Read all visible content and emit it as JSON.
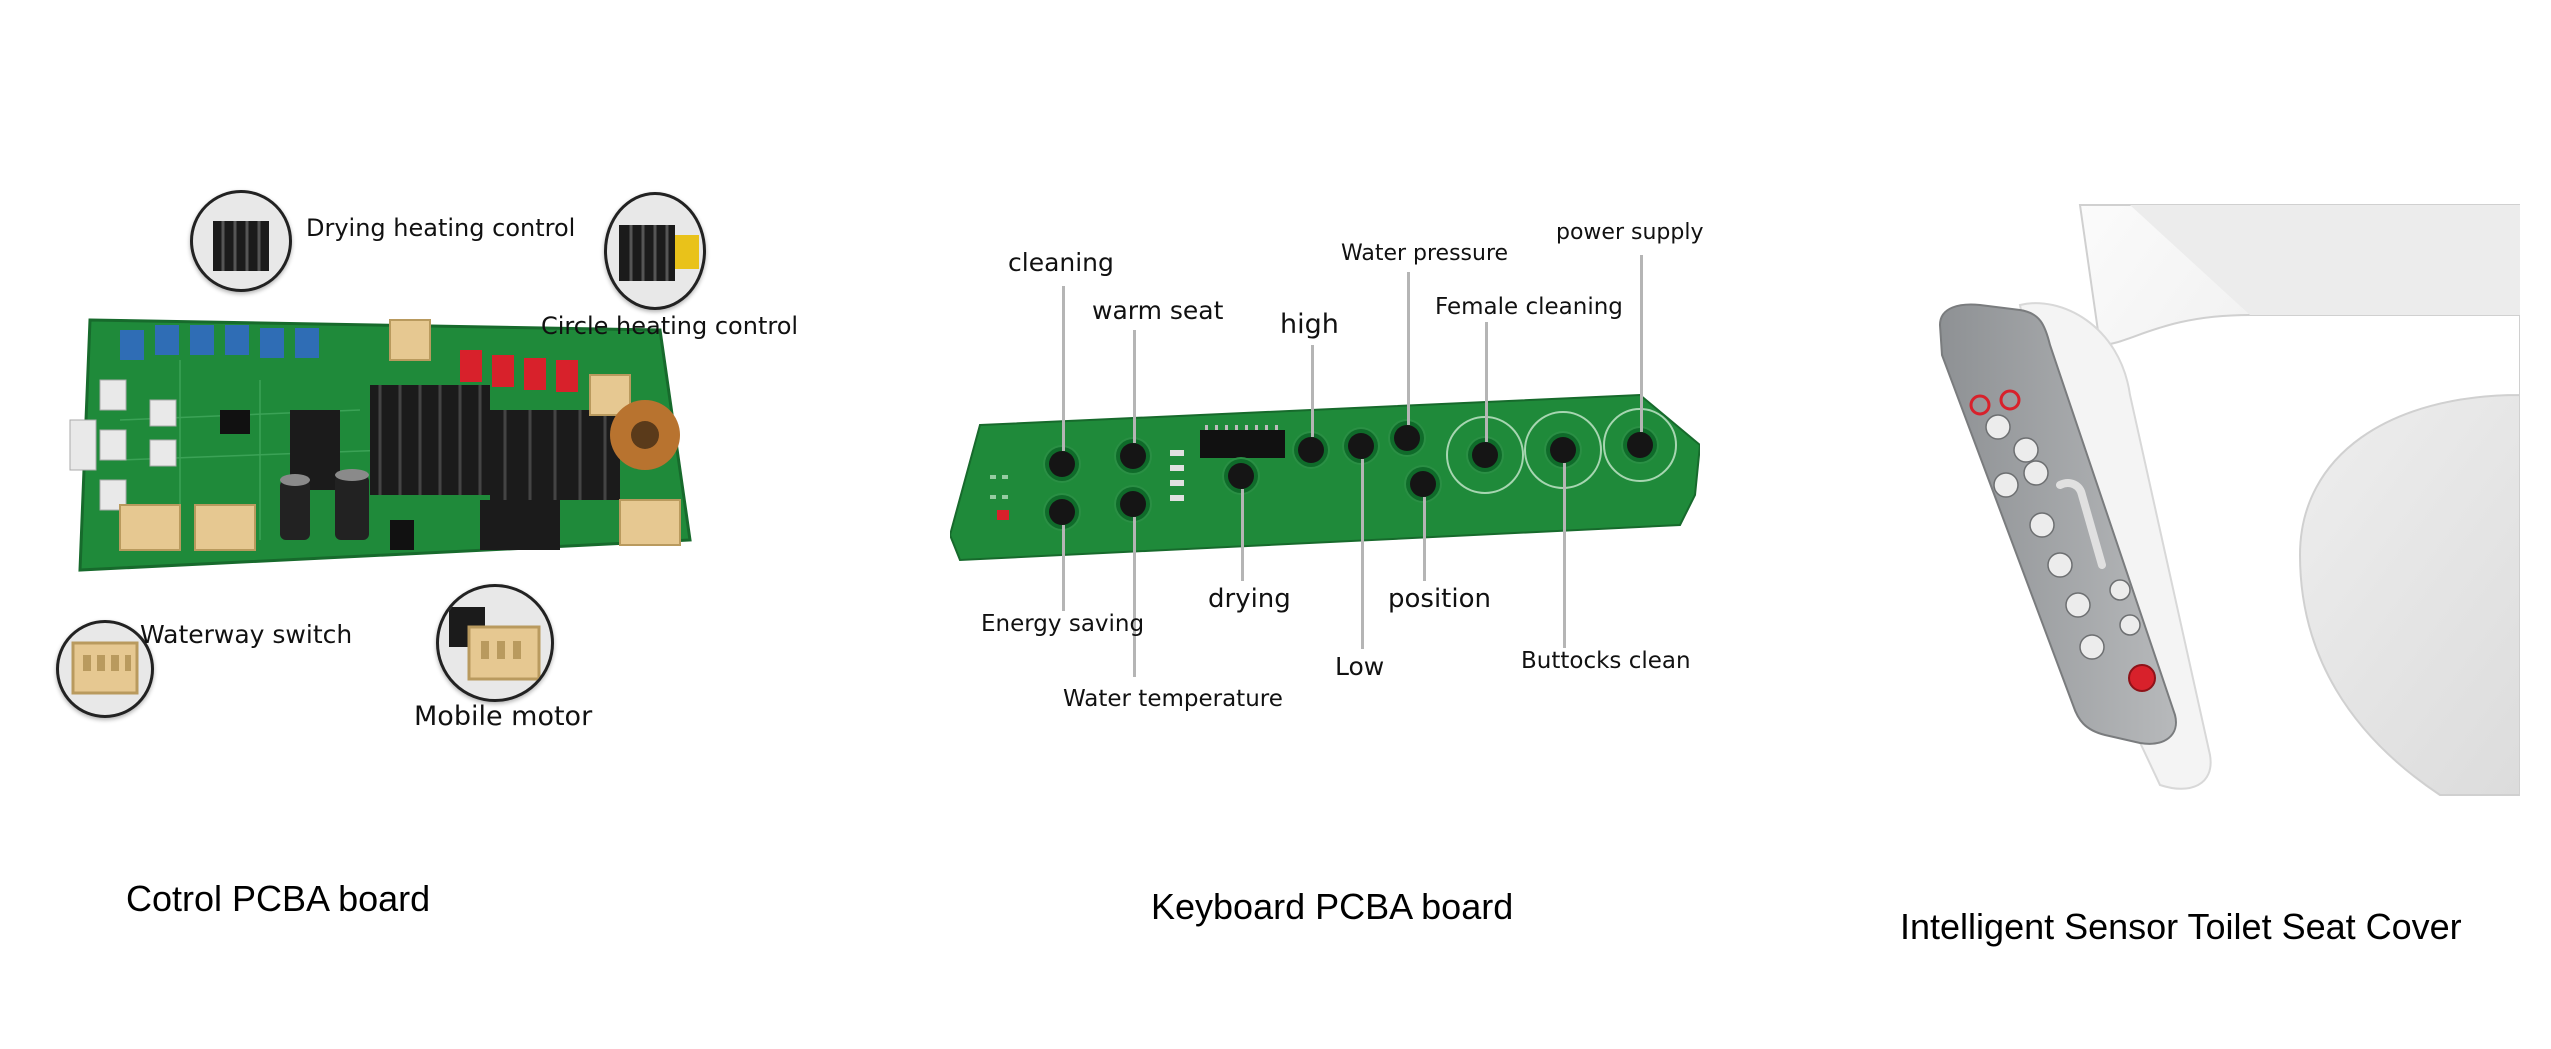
{
  "panels": {
    "control": {
      "caption": "Cotrol PCBA board",
      "callouts": {
        "drying_heating": "Drying heating control",
        "circle_heating": "Circle heating control",
        "waterway_switch": "Waterway switch",
        "mobile_motor": "Mobile motor"
      }
    },
    "keyboard": {
      "caption": "Keyboard PCBA board",
      "callouts": {
        "cleaning": "cleaning",
        "warm_seat": "warm seat",
        "high": "high",
        "water_pressure": "Water pressure",
        "power_supply": "power supply",
        "female_cleaning": "Female cleaning",
        "energy_saving": "Energy saving",
        "drying": "drying",
        "position": "position",
        "low": "Low",
        "buttocks_clean": "Buttocks clean",
        "water_temperature": "Water temperature"
      }
    },
    "seat": {
      "caption": "Intelligent Sensor Toilet Seat Cover"
    }
  },
  "colors": {
    "pcb_green": "#1f8a3a",
    "heatsink": "#1b1b1b",
    "connector_blue": "#2f6db5",
    "connector_red": "#d8212b",
    "connector_beige": "#e6c891",
    "seat_white": "#f2f2f2",
    "panel_grey": "#a7a9ab"
  }
}
